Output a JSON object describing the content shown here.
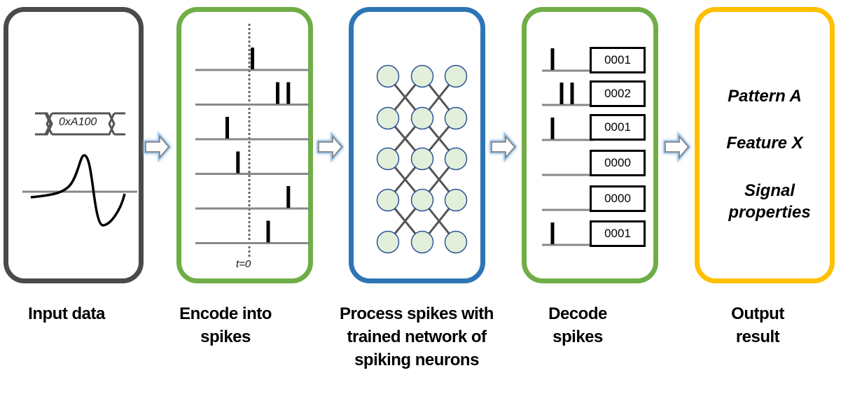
{
  "colors": {
    "input_border": "#4a4a4a",
    "encode_border": "#70ad47",
    "process_border": "#2e75b6",
    "decode_border": "#70ad47",
    "output_border": "#ffc000",
    "neuron_fill": "#e2efda",
    "neuron_stroke": "#2f5597",
    "arrow_glow": "#9dc3e6"
  },
  "stages": [
    {
      "id": "input",
      "label": "Input data"
    },
    {
      "id": "encode",
      "label": "Encode into spikes"
    },
    {
      "id": "process",
      "label": "Process spikes with trained network of spiking neurons"
    },
    {
      "id": "decode",
      "label": "Decode spikes"
    },
    {
      "id": "output",
      "label": "Output result"
    }
  ],
  "input_panel": {
    "hex_value": "0xA100"
  },
  "encode_panel": {
    "time_marker": "t=0",
    "spike_trains": [
      {
        "spikes": [
          0.05
        ]
      },
      {
        "spikes": [
          0.45,
          0.62
        ]
      },
      {
        "spikes": [
          -0.35
        ]
      },
      {
        "spikes": [
          -0.18
        ]
      },
      {
        "spikes": [
          0.62
        ]
      },
      {
        "spikes": [
          0.3
        ]
      }
    ]
  },
  "process_panel": {
    "layers": 5,
    "neurons_per_layer": 3
  },
  "decode_panel": {
    "rows": [
      {
        "spike_count": 1,
        "code": "0001"
      },
      {
        "spike_count": 2,
        "code": "0002"
      },
      {
        "spike_count": 1,
        "code": "0001"
      },
      {
        "spike_count": 0,
        "code": "0000"
      },
      {
        "spike_count": 0,
        "code": "0000"
      },
      {
        "spike_count": 1,
        "code": "0001"
      }
    ]
  },
  "output_panel": {
    "results": [
      "Pattern A",
      "Feature X",
      "Signal properties"
    ]
  }
}
